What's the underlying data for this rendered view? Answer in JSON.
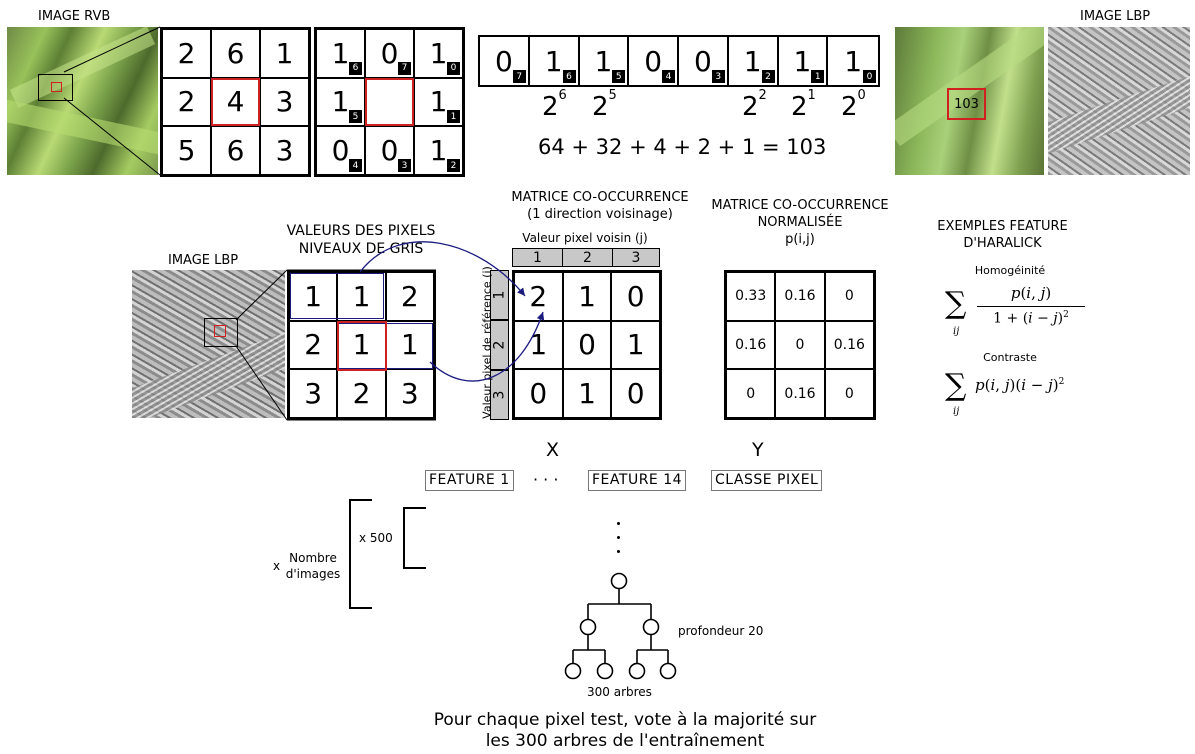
{
  "top": {
    "rgb_label": "IMAGE RVB",
    "lbp_label": "IMAGE LBP",
    "pixel_grid": [
      "2",
      "6",
      "1",
      "2",
      "4",
      "3",
      "5",
      "6",
      "3"
    ],
    "bit_grid": [
      {
        "v": "1",
        "w": "6"
      },
      {
        "v": "0",
        "w": "7"
      },
      {
        "v": "1",
        "w": "0"
      },
      {
        "v": "1",
        "w": "5"
      },
      {
        "v": "",
        "w": ""
      },
      {
        "v": "1",
        "w": "1"
      },
      {
        "v": "0",
        "w": "4"
      },
      {
        "v": "0",
        "w": "3"
      },
      {
        "v": "1",
        "w": "2"
      }
    ],
    "bit_string": [
      {
        "v": "0",
        "w": "7"
      },
      {
        "v": "1",
        "w": "6"
      },
      {
        "v": "1",
        "w": "5"
      },
      {
        "v": "0",
        "w": "4"
      },
      {
        "v": "0",
        "w": "3"
      },
      {
        "v": "1",
        "w": "2"
      },
      {
        "v": "1",
        "w": "1"
      },
      {
        "v": "1",
        "w": "0"
      }
    ],
    "powers": [
      "6",
      "5",
      "2",
      "1",
      "0"
    ],
    "power_base": "2",
    "sum": "64 + 32 + 4 + 2 + 1 = 103",
    "lbp_value": "103"
  },
  "middle": {
    "lbp_label": "IMAGE LBP",
    "pix_title_1": "VALEURS DES PIXELS",
    "pix_title_2": "NIVEAUX DE GRIS",
    "gray_grid": [
      "1",
      "1",
      "2",
      "2",
      "1",
      "1",
      "3",
      "2",
      "3"
    ],
    "cooc_title_1": "MATRICE CO-OCCURRENCE",
    "cooc_title_2": "(1 direction voisinage)",
    "cooc_col_label": "Valeur pixel voisin (j)",
    "cooc_row_label": "Valeur pixel de référence (i)",
    "cooc_headers": [
      "1",
      "2",
      "3"
    ],
    "cooc": [
      "2",
      "1",
      "0",
      "1",
      "0",
      "1",
      "0",
      "1",
      "0"
    ],
    "norm_title_1": "MATRICE CO-OCCURRENCE",
    "norm_title_2": "NORMALISÉE",
    "norm_title_3": "p(i,j)",
    "norm": [
      "0.33",
      "0.16",
      "0",
      "0.16",
      "0",
      "0.16",
      "0",
      "0.16",
      "0"
    ],
    "har_title_1": "EXEMPLES FEATURE",
    "har_title_2": "D'HARALICK",
    "homog_label": "Homogéinité",
    "contrast_label": "Contraste",
    "x_label": "X",
    "y_label": "Y"
  },
  "features": {
    "f1": "FEATURE 1",
    "dots": "· · ·",
    "f14": "FEATURE 14",
    "class": "CLASSE PIXEL"
  },
  "bottom": {
    "x500": "x 500",
    "x_sign": "x",
    "n_images_1": "Nombre",
    "n_images_2": "d'images",
    "depth": "profondeur 20",
    "trees": "300 arbres",
    "caption_1": "Pour chaque pixel test, vote à la majorité sur",
    "caption_2": "les 300 arbres de l'entraînement"
  },
  "colors": {
    "highlight_red": "#cc2222",
    "highlight_blue": "#1a1a80",
    "header_gray": "#c8c8c8"
  }
}
